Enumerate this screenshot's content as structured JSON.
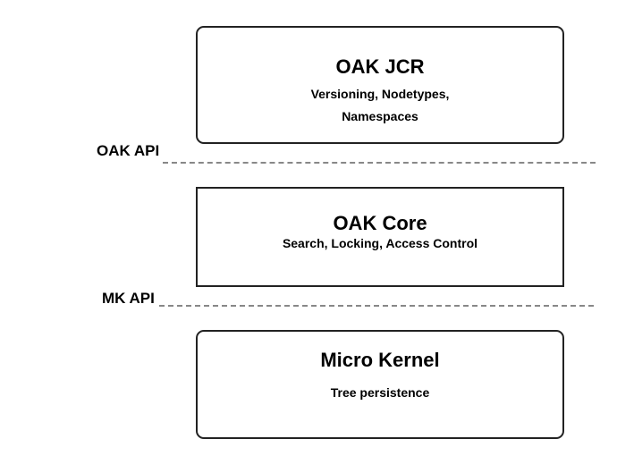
{
  "layers": {
    "jcr": {
      "title": "OAK JCR",
      "subtitle_line1": "Versioning, Nodetypes,",
      "subtitle_line2": "Namespaces"
    },
    "core": {
      "title": "OAK Core",
      "subtitle": "Search, Locking, Access Control"
    },
    "kernel": {
      "title": "Micro Kernel",
      "subtitle": "Tree persistence"
    }
  },
  "apis": {
    "oak_api": "OAK API",
    "mk_api": "MK API"
  }
}
